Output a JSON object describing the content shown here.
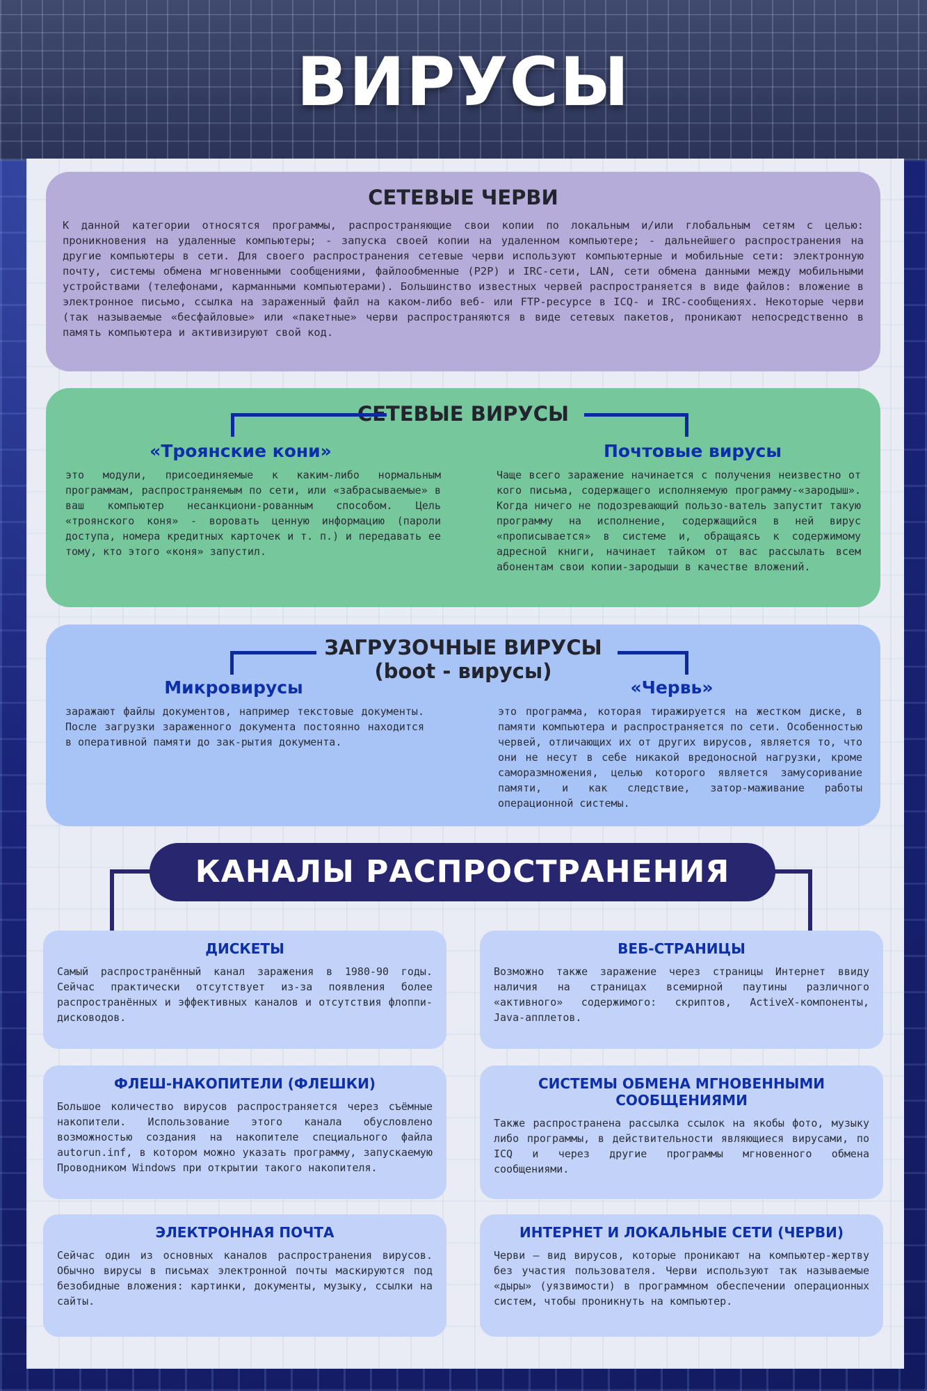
{
  "title": "ВИРУСЫ",
  "network_worms": {
    "heading": "СЕТЕВЫЕ ЧЕРВИ",
    "text": "К данной категории относятся программы, распространяющие свои копии по локальным и/или глобальным сетям с целью: проникновения на удаленные компьютеры; - запуска своей копии на удаленном компьютере; - дальнейшего распространения на другие компьютеры в сети. Для своего распространения сетевые черви используют компьютерные и мобильные сети: электронную почту, системы обмена мгновенными сообщениями, файлообменные (P2P) и IRC-сети, LAN, сети обмена данными между мобильными устройствами (телефонами, карманными компьютерами). Большинство известных червей распространяется в виде файлов: вложение в электронное письмо, ссылка на зараженный файл на каком-либо веб- или FTP-ресурсе в ICQ- и IRC-сообщениях. Некоторые черви (так называемые «бесфайловые» или «пакетные» черви распространяются в виде сетевых пакетов, проникают непосредственно в память компьютера и активизируют свой код."
  },
  "network_viruses": {
    "heading": "СЕТЕВЫЕ ВИРУСЫ",
    "left_title": "«Троянские кони»",
    "left_text": "это модули, присоединяемые к каким-либо нормальным программам, распространяемым по сети, или «забрасываемые» в ваш компьютер несанкциони-рованным способом. Цель «троянского коня» - воровать ценную информацию (пароли доступа, номера кредитных карточек и т. п.) и передавать ее тому, кто этого «коня» запустил.",
    "right_title": "Почтовые вирусы",
    "right_text": "Чаще всего заражение начинается с получения неизвестно от кого письма, содержащего исполняемую программу-«зародыш». Когда ничего не подозревающий пользо-ватель запустит такую программу на исполнение, содержащийся в ней вирус «прописывается» в системе и, обращаясь к содержимому адресной книги, начинает тайком от вас рассылать всем абонентам свои копии-зародыши в качестве вложений."
  },
  "boot_viruses": {
    "heading": "ЗАГРУЗОЧНЫЕ ВИРУСЫ",
    "heading2": "(boot - вирусы)",
    "left_title": "Микровирусы",
    "left_text": "заражают файлы документов, например текстовые документы. После загрузки зараженного документа постоянно находится в оперативной памяти до зак-рытия документа.",
    "right_title": "«Червь»",
    "right_text": "это программа, которая тиражируется на жестком диске, в памяти компьютера и распространяется по сети. Особенностью червей, отличающих их от других вирусов, является то, что они не несут в себе никакой вредоносной нагрузки, кроме саморазмножения, целью которого является замусоривание памяти, и как следствие, затор-маживание работы операционной системы."
  },
  "channels": {
    "heading": "КАНАЛЫ РАСПРОСТРАНЕНИЯ",
    "cards": [
      {
        "title": "ДИСКЕТЫ",
        "text": "Самый распространённый канал заражения в 1980-90 годы. Сейчас практически отсутствует из-за появления более распространённых и эффективных каналов и отсутствия флоппи-дисководов."
      },
      {
        "title": "ВЕБ-СТРАНИЦЫ",
        "text": "Возможно также заражение через страницы Интернет ввиду наличия на страницах всемирной паутины различного «активного» содержимого: скриптов, ActiveX-компоненты, Java-апплетов."
      },
      {
        "title": "ФЛЕШ-НАКОПИТЕЛИ (ФЛЕШКИ)",
        "text": "Большое количество вирусов распространяется через съёмные накопители. Использование этого канала обусловлено возможностью создания на накопителе специального файла autorun.inf, в котором можно указать программу, запускаемую Проводником Windows при открытии такого накопителя."
      },
      {
        "title": "СИСТЕМЫ ОБМЕНА МГНОВЕННЫМИ СООБЩЕНИЯМИ",
        "text": "Также распространена рассылка ссылок на якобы фото, музыку либо программы, в действительности являющиеся вирусами, по ICQ и через другие программы мгновенного обмена сообщениями."
      },
      {
        "title": "ЭЛЕКТРОННАЯ ПОЧТА",
        "text": "Сейчас один из основных каналов распространения вирусов. Обычно вирусы в письмах электронной почты маскируются под безобидные вложения: картинки, документы, музыку, ссылки на сайты."
      },
      {
        "title": "ИНТЕРНЕТ И ЛОКАЛЬНЫЕ СЕТИ (ЧЕРВИ)",
        "text": "Черви — вид вирусов, которые проникают на компьютер-жертву без участия пользователя. Черви используют так называемые «дыры» (уязвимости) в программном обеспечении операционных систем, чтобы проникнуть на компьютер."
      }
    ]
  },
  "colors": {
    "worms_panel": "#b5acd9",
    "net_panel": "#77c79d",
    "boot_panel": "#a8c4f6",
    "card": "#c2d2f8",
    "accent_blue": "#0d2fa8",
    "pill": "#27266e"
  }
}
